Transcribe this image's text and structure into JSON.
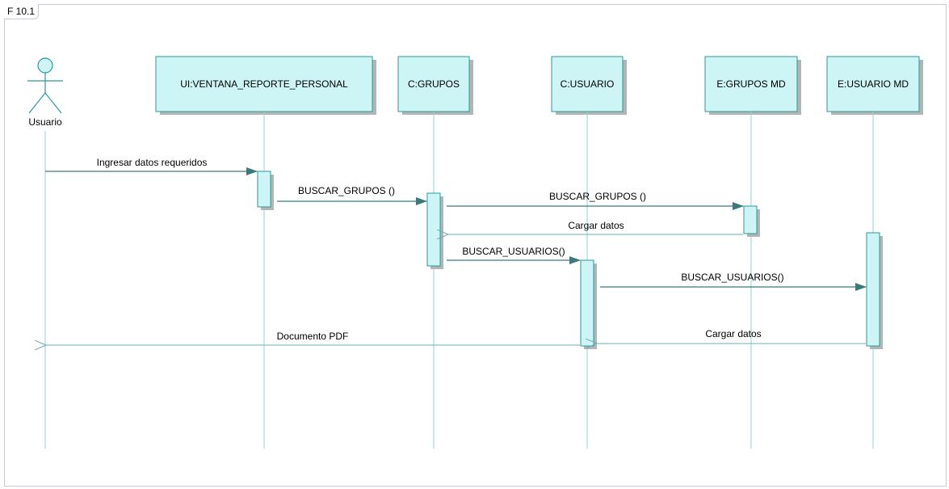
{
  "frame": {
    "label": "F 10.1"
  },
  "actor": {
    "name": "Usuario"
  },
  "lifelines": [
    {
      "id": "ui",
      "name": "UI:VENTANA_REPORTE_PERSONAL"
    },
    {
      "id": "cgrupos",
      "name": "C:GRUPOS"
    },
    {
      "id": "cusuario",
      "name": "C:USUARIO"
    },
    {
      "id": "egrupos",
      "name": "E:GRUPOS MD"
    },
    {
      "id": "eusuario",
      "name": "E:USUARIO MD"
    }
  ],
  "messages": [
    {
      "label": "Ingresar datos requeridos",
      "from": "usuario",
      "to": "ui",
      "kind": "sync"
    },
    {
      "label": "BUSCAR_GRUPOS ()",
      "from": "ui",
      "to": "cgrupos",
      "kind": "sync"
    },
    {
      "label": "BUSCAR_GRUPOS ()",
      "from": "cgrupos",
      "to": "egrupos",
      "kind": "sync"
    },
    {
      "label": "Cargar datos",
      "from": "egrupos",
      "to": "cgrupos",
      "kind": "return"
    },
    {
      "label": "BUSCAR_USUARIOS()",
      "from": "cgrupos",
      "to": "cusuario",
      "kind": "sync"
    },
    {
      "label": "BUSCAR_USUARIOS()",
      "from": "cusuario",
      "to": "eusuario",
      "kind": "sync"
    },
    {
      "label": "Cargar datos",
      "from": "eusuario",
      "to": "cusuario",
      "kind": "return"
    },
    {
      "label": "Documento PDF",
      "from": "cusuario",
      "to": "usuario",
      "kind": "return"
    }
  ],
  "colors": {
    "box_fill": "#cdf5f5",
    "box_stroke": "#2a9a9a",
    "shadow": "#b4b4b4",
    "lifeline": "#8fd3d3",
    "arrow": "#3a7a7a",
    "return_line": "#6ab0b0"
  }
}
